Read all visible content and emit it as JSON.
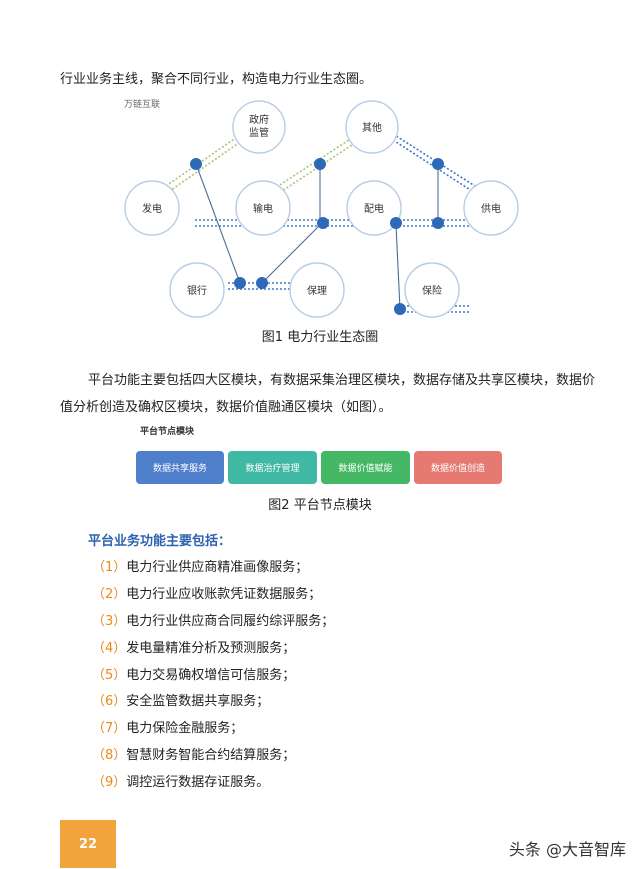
{
  "intro_line": "行业业务主线，聚合不同行业，构造电力行业生态圈。",
  "figure1": {
    "brand": "万链互联",
    "nodes": {
      "gov_line1": "政府",
      "gov_line2": "监管",
      "other": "其他",
      "fadian": "发电",
      "shudian": "输电",
      "peidian": "配电",
      "gongdian": "供电",
      "bank": "银行",
      "baoli": "保理",
      "insurance": "保险"
    },
    "caption": "图1 电力行业生态圈"
  },
  "paragraph_line1": "平台功能主要包括四大区模块，有数据采集治理区模块，数据存储及共享区模块，数据价",
  "paragraph_line2": "值分析创造及确权区模块，数据价值融通区模块（如图）。",
  "figure2": {
    "title": "平台节点模块",
    "modules": [
      "数据共享服务",
      "数据治疗管理",
      "数据价值赋能",
      "数据价值创造"
    ],
    "caption": "图2 平台节点模块",
    "colors": [
      "#4f7fca",
      "#3fb8a4",
      "#44b864",
      "#e67a72"
    ]
  },
  "list_title": "平台业务功能主要包括：",
  "items": [
    {
      "num": "（1）",
      "text": "电力行业供应商精准画像服务；"
    },
    {
      "num": "（2）",
      "text": "电力行业应收账款凭证数据服务；"
    },
    {
      "num": "（3）",
      "text": "电力行业供应商合同履约综评服务；"
    },
    {
      "num": "（4）",
      "text": "发电量精准分析及预测服务；"
    },
    {
      "num": "（5）",
      "text": "电力交易确权增信可信服务；"
    },
    {
      "num": "（6）",
      "text": "安全监管数据共享服务；"
    },
    {
      "num": "（7）",
      "text": "电力保险金融服务；"
    },
    {
      "num": "（8）",
      "text": "智慧财务智能合约结算服务；"
    },
    {
      "num": "（9）",
      "text": "调控运行数据存证服务。"
    }
  ],
  "page_number": "22",
  "watermark": "头条 @大音智库"
}
